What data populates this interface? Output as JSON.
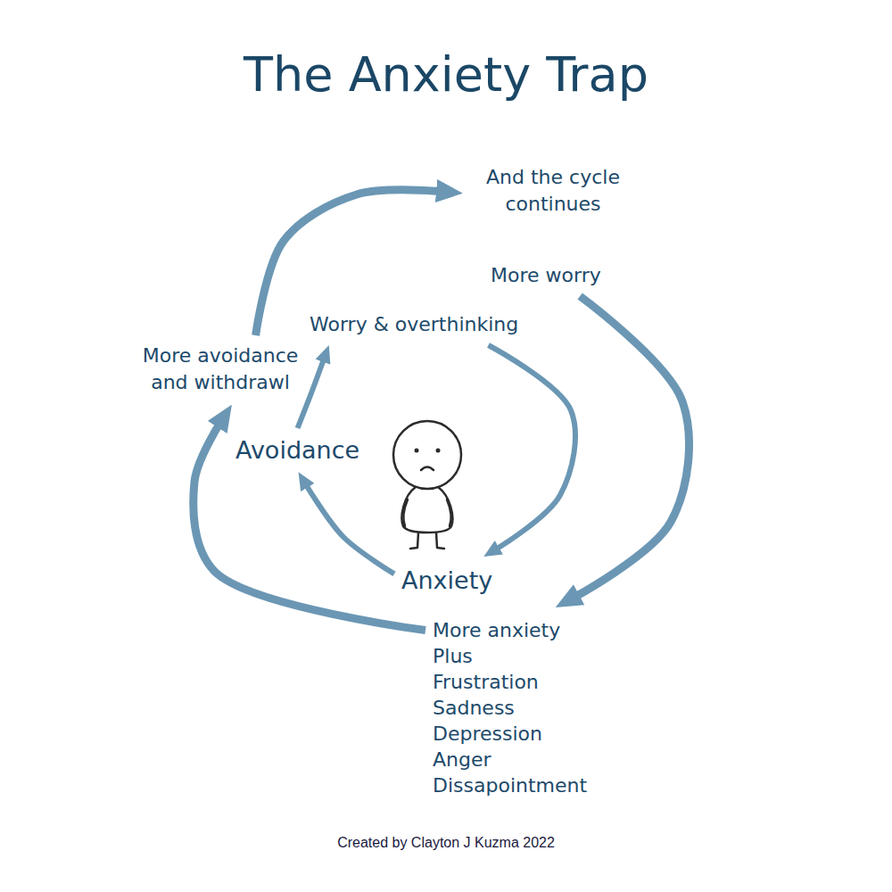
{
  "diagram": {
    "title": "The Anxiety Trap",
    "caption": "Created by Clayton J Kuzma 2022",
    "nodes": [
      {
        "text": [
          "And the cycle continues"
        ]
      },
      {
        "text": [
          "More worry"
        ]
      },
      {
        "text": [
          "Worry & overthinking"
        ]
      },
      {
        "text": [
          "More avoidance and withdrawl"
        ]
      },
      {
        "text": [
          "Avoidance"
        ]
      },
      {
        "text": [
          "Anxiety"
        ]
      },
      {
        "text": [
          "More anxiety",
          "Plus",
          "Frustration",
          "Sadness",
          "Depression",
          "Anger",
          "Dissapointment"
        ]
      }
    ],
    "edges": [
      {
        "from": 5,
        "to": 4,
        "arrow": "to"
      },
      {
        "from": 4,
        "to": 2,
        "arrow": "to"
      },
      {
        "from": 2,
        "to": 5,
        "arrow": "to"
      },
      {
        "from": 1,
        "to": 6,
        "arrow": "to"
      },
      {
        "from": 6,
        "to": 3,
        "arrow": "to"
      },
      {
        "from": 3,
        "to": 0,
        "arrow": "to"
      }
    ]
  }
}
